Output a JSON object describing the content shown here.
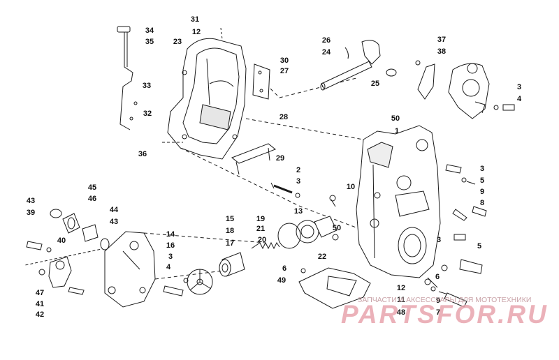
{
  "labels": [
    {
      "id": "l31",
      "text": "31"
    },
    {
      "id": "l12a",
      "text": "12"
    },
    {
      "id": "l34",
      "text": "34"
    },
    {
      "id": "l35",
      "text": "35"
    },
    {
      "id": "l23",
      "text": "23"
    },
    {
      "id": "l30",
      "text": "30"
    },
    {
      "id": "l27",
      "text": "27"
    },
    {
      "id": "l26",
      "text": "26"
    },
    {
      "id": "l24",
      "text": "24"
    },
    {
      "id": "l37",
      "text": "37"
    },
    {
      "id": "l38",
      "text": "38"
    },
    {
      "id": "l33",
      "text": "33"
    },
    {
      "id": "l25",
      "text": "25"
    },
    {
      "id": "l32",
      "text": "32"
    },
    {
      "id": "l28",
      "text": "28"
    },
    {
      "id": "l3a",
      "text": "3"
    },
    {
      "id": "l4a",
      "text": "4"
    },
    {
      "id": "l50a",
      "text": "50"
    },
    {
      "id": "l1",
      "text": "1"
    },
    {
      "id": "l36",
      "text": "36"
    },
    {
      "id": "l29",
      "text": "29"
    },
    {
      "id": "l2",
      "text": "2"
    },
    {
      "id": "l3b",
      "text": "3"
    },
    {
      "id": "l3c",
      "text": "3"
    },
    {
      "id": "l10",
      "text": "10"
    },
    {
      "id": "l5a",
      "text": "5"
    },
    {
      "id": "l9a",
      "text": "9"
    },
    {
      "id": "l8",
      "text": "8"
    },
    {
      "id": "l45",
      "text": "45"
    },
    {
      "id": "l43a",
      "text": "43"
    },
    {
      "id": "l46",
      "text": "46"
    },
    {
      "id": "l39",
      "text": "39"
    },
    {
      "id": "l44",
      "text": "44"
    },
    {
      "id": "l43b",
      "text": "43"
    },
    {
      "id": "l15",
      "text": "15"
    },
    {
      "id": "l19",
      "text": "19"
    },
    {
      "id": "l13",
      "text": "13"
    },
    {
      "id": "l18",
      "text": "18"
    },
    {
      "id": "l21",
      "text": "21"
    },
    {
      "id": "l50b",
      "text": "50"
    },
    {
      "id": "l14",
      "text": "14"
    },
    {
      "id": "l40",
      "text": "40"
    },
    {
      "id": "l17",
      "text": "17"
    },
    {
      "id": "l20",
      "text": "20"
    },
    {
      "id": "l16",
      "text": "16"
    },
    {
      "id": "l3d",
      "text": "3"
    },
    {
      "id": "l5b",
      "text": "5"
    },
    {
      "id": "l3e",
      "text": "3"
    },
    {
      "id": "l22",
      "text": "22"
    },
    {
      "id": "l4b",
      "text": "4"
    },
    {
      "id": "l6a",
      "text": "6"
    },
    {
      "id": "l49",
      "text": "49"
    },
    {
      "id": "l6b",
      "text": "6"
    },
    {
      "id": "l12b",
      "text": "12"
    },
    {
      "id": "l47",
      "text": "47"
    },
    {
      "id": "l41",
      "text": "41"
    },
    {
      "id": "l11",
      "text": "11"
    },
    {
      "id": "l9b",
      "text": "9"
    },
    {
      "id": "l42",
      "text": "42"
    },
    {
      "id": "l48",
      "text": "48"
    },
    {
      "id": "l7",
      "text": "7"
    }
  ],
  "watermark": {
    "caption": "ЗАПЧАСТИ И АКСЕССУАРЫ ДЛЯ МОТОТЕХНИКИ",
    "logo": "PARTSFOR.RU",
    "color": "#e8a4ad"
  },
  "line_color": "#1a1a1a"
}
